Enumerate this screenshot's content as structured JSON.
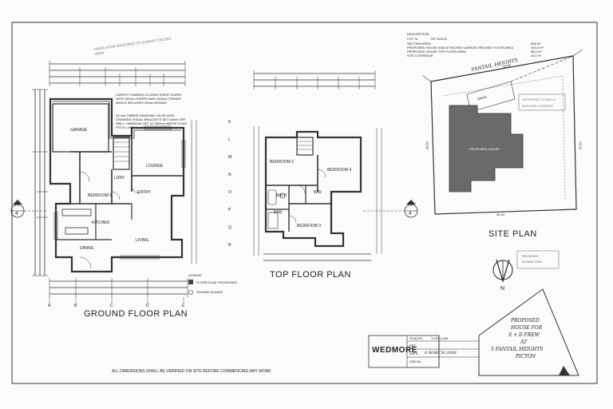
{
  "plans": {
    "ground": {
      "title": "GROUND FLOOR PLAN",
      "rooms": {
        "garage": "GARAGE",
        "lounge": "LOUNGE",
        "entry": "ENTRY",
        "bedroom": "BEDROOM 1",
        "kitchen": "KITCHEN",
        "living": "LIVING",
        "dining": "DINING",
        "laundry": "LDRY"
      },
      "notes": {
        "insulation": "INSULATION REQUIRED IN GARAGE CEILING AREA",
        "stair": "CARPET FINISHED CLOSED RISER STAIRS WITH 181mm RISERS AND 250mm TREADS WHICH INCLUDES 25mm NOSING",
        "handrail": "40 mm TIMBER HANDRAIL ON 30 HIGH CRANKED VISUAL BRACKETS SET 60mm OFF WALL. HANDRAIL SET AT 900mm ABOVE STAIR PITCH LINE"
      }
    },
    "top": {
      "title": "TOP FLOOR PLAN",
      "rooms": {
        "bedroom2": "BEDROOM 2",
        "bedroom3": "BEDROOM 3",
        "bedroom4": "BEDROOM 4",
        "wir": "WIR",
        "ens": "ENS",
        "bath": "BATH"
      }
    },
    "site": {
      "title": "SITE PLAN",
      "street": "FANTAIL HEIGHTS",
      "house": "PROPOSED HOUSE",
      "drive": "DRIVE",
      "dims": [
        "30.00",
        "30.19",
        "28.29",
        "37.20"
      ],
      "description": {
        "heading": "DESCRIPTION",
        "lot": "LOT 76",
        "dp": "DP 312343",
        "section_area": "SECTION AREA",
        "section_area_val": "808 m²",
        "house_area": "PROPOSED HOUSE AND ATTACHED GARAGE GROUND FLOOR AREA",
        "house_area_val": "154.0 m²",
        "top_area": "PROPOSED HOUSE TOP FLOOR AREA",
        "top_area_val": "96.5 m²",
        "coverage": "SITE COVERAGE",
        "coverage_val": "24.0 %"
      }
    }
  },
  "stamps": {
    "received": "RECEIVED",
    "received_date": "26 MAR 2008",
    "approved": "APPROVED TO BUILD",
    "building": "BUILDING CONSENT"
  },
  "legend": {
    "title": "LEGEND",
    "floor_slab": "FLOOR SLAB THICKENING",
    "smoke": "SMOKE ALARM"
  },
  "title_block": {
    "firm": "WEDMORE",
    "scales_label": "SCALES:",
    "scales_val": "1:100  1:200",
    "ref_label": "REF:",
    "date_label": "DATE:",
    "date_val": "6 MARCH 2008",
    "job_label": "JOB No:",
    "project": [
      "PROPOSED",
      "HOUSE FOR",
      "S + D FREW",
      "AT",
      "5 FANTAIL HEIGHTS",
      "PICTON"
    ]
  },
  "north_label": "N",
  "grid_letters": [
    "A",
    "B",
    "C",
    "D",
    "E"
  ],
  "grid_letters_top": [
    "K",
    "L",
    "M",
    "N",
    "O",
    "P",
    "Q",
    "R"
  ],
  "section_markers": [
    "A",
    "4"
  ],
  "footer_note": "ALL DIMENSIONS SHALL BE VERIFIED ON SITE BEFORE COMMENCING ANY WORK"
}
